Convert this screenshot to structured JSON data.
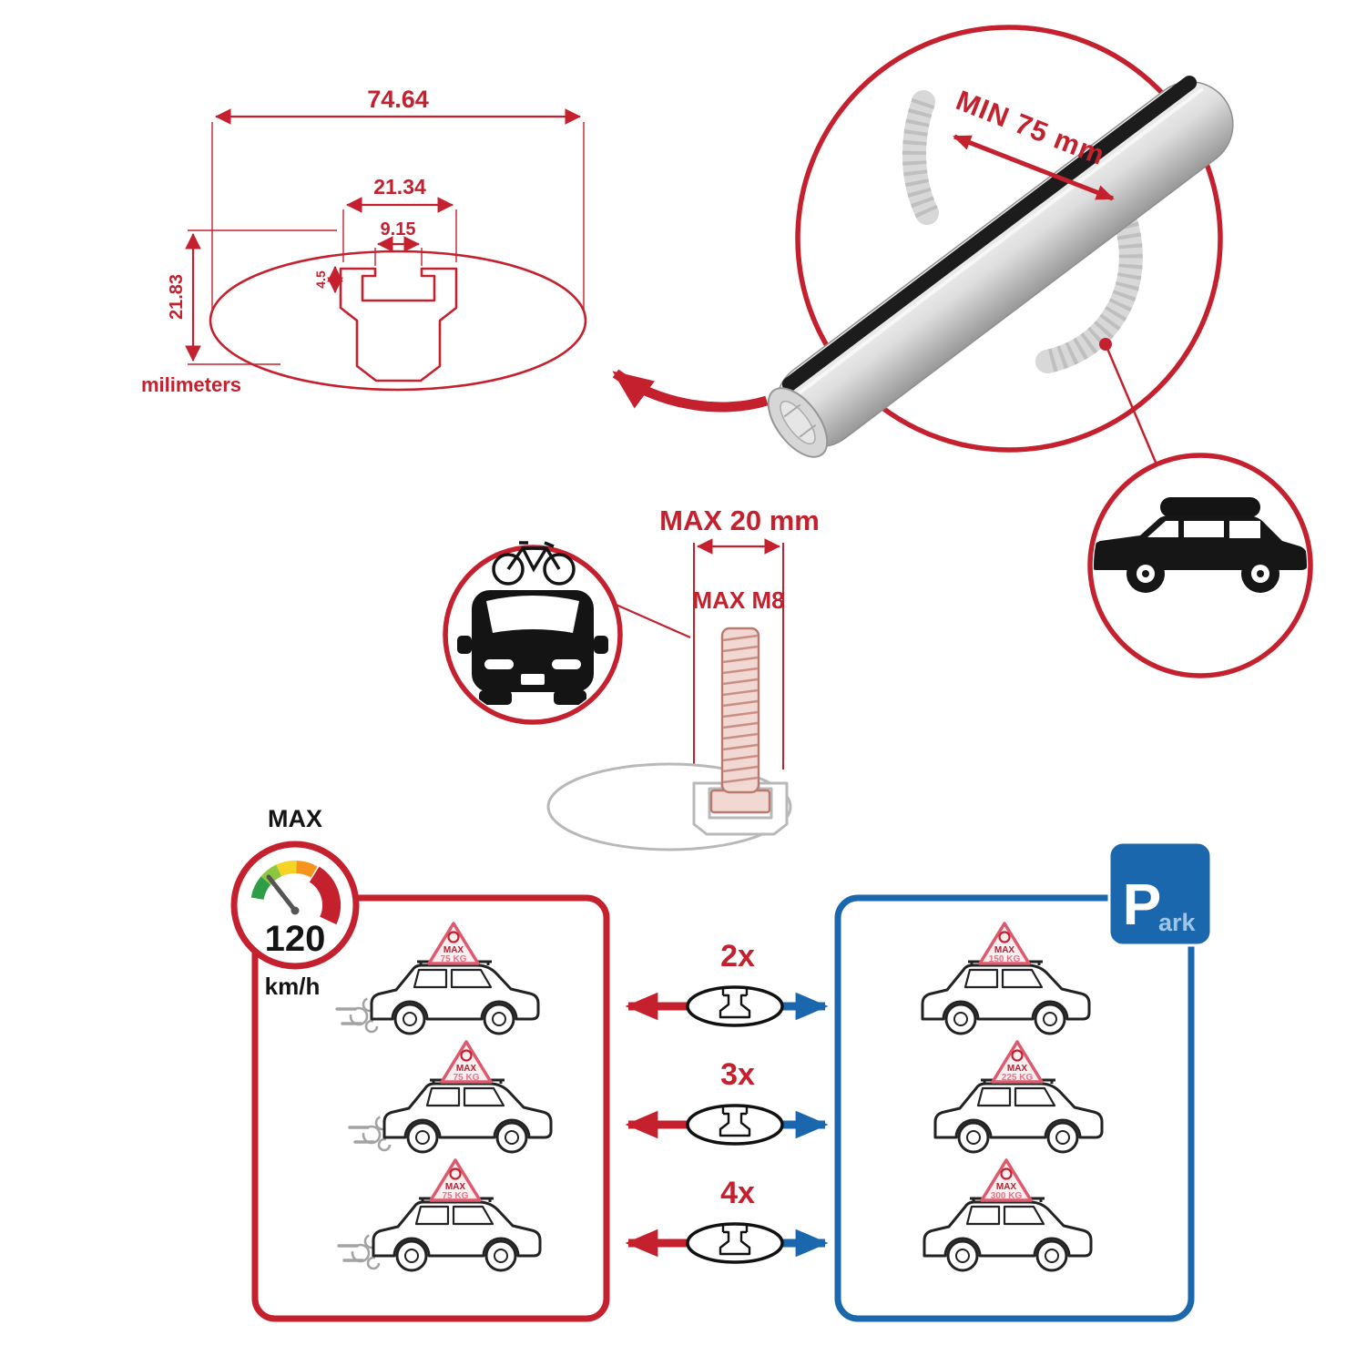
{
  "colors": {
    "red": "#c5202e",
    "blue": "#1a67ae",
    "gray": "#b8b8b8",
    "black": "#141414"
  },
  "technical_drawing": {
    "unit_label": "milimeters",
    "overall_width": "74.64",
    "channel_outer_width": "21.34",
    "slot_width": "9.15",
    "lip_depth": "4.5",
    "overall_height": "21.83"
  },
  "bar_callout": {
    "min_span": "MIN 75 mm"
  },
  "bolt_callout": {
    "max_width": "MAX 20 mm",
    "max_thread": "MAX M8"
  },
  "speed_badge": {
    "label": "MAX",
    "value": "120",
    "unit": "km/h"
  },
  "park_sign": {
    "letter": "P",
    "rest": "ark"
  },
  "driving_cars": [
    {
      "sign_label": "MAX",
      "sign_value": "75 KG"
    },
    {
      "sign_label": "MAX",
      "sign_value": "75 KG"
    },
    {
      "sign_label": "MAX",
      "sign_value": "75 KG"
    }
  ],
  "parked_cars": [
    {
      "sign_label": "MAX",
      "sign_value": "150 KG"
    },
    {
      "sign_label": "MAX",
      "sign_value": "225 KG"
    },
    {
      "sign_label": "MAX",
      "sign_value": "300 KG"
    }
  ],
  "multipliers": [
    {
      "label": "2x"
    },
    {
      "label": "3x"
    },
    {
      "label": "4x"
    }
  ]
}
